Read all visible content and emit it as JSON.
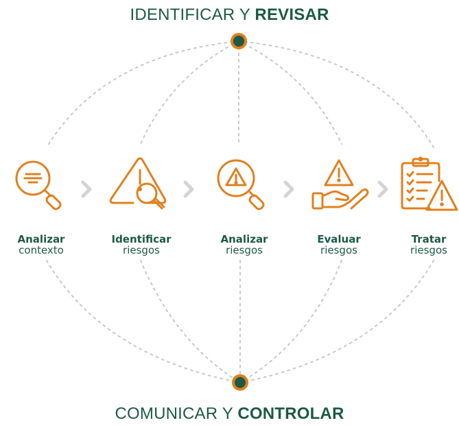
{
  "header": {
    "light": "IDENTIFICAR Y ",
    "bold": "REVISAR"
  },
  "footer": {
    "light": "COMUNICAR Y ",
    "bold": "CONTROLAR"
  },
  "steps": [
    {
      "line1": "Analizar",
      "line2": "contexto",
      "icon": "magnifier-lines-icon"
    },
    {
      "line1": "Identificar",
      "line2": "riesgos",
      "icon": "warning-magnifier-icon"
    },
    {
      "line1": "Analizar",
      "line2": "riesgos",
      "icon": "magnifier-warning-icon"
    },
    {
      "line1": "Evaluar",
      "line2": "riesgos",
      "icon": "hand-warning-icon"
    },
    {
      "line1": "Tratar",
      "line2": "riesgos",
      "icon": "checklist-warning-icon"
    }
  ],
  "colors": {
    "accent": "#e0801e",
    "brand": "#1d5a45",
    "dotted": "#c8c8c8",
    "chevron": "#d4d4d4"
  }
}
